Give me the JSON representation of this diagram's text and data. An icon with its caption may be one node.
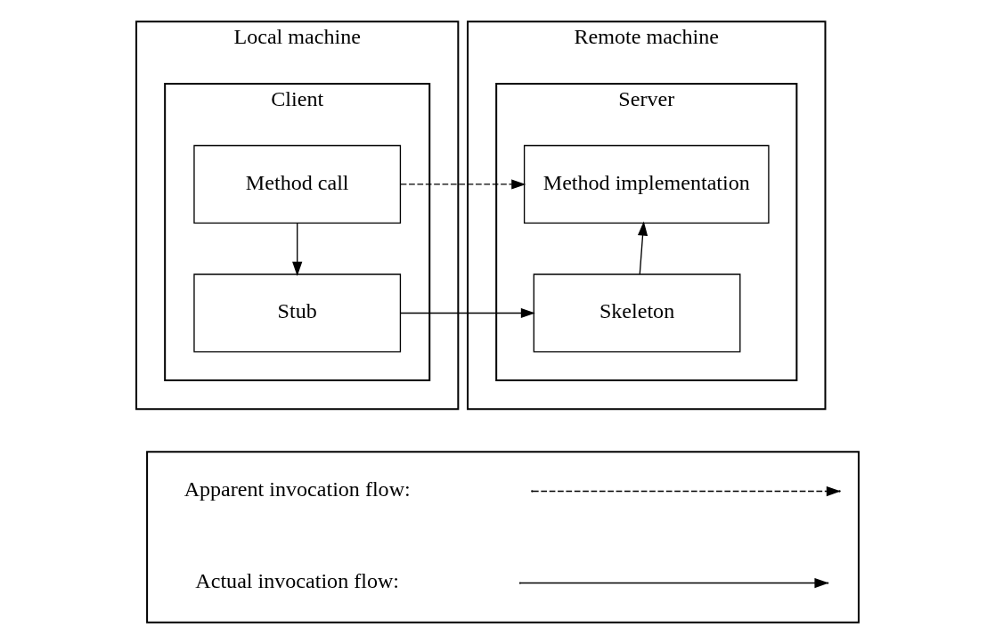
{
  "diagram": {
    "nodes": [
      {
        "text": [
          "Local machine"
        ]
      },
      {
        "text": [
          "Client"
        ],
        "in": 0
      },
      {
        "text": [
          "Method call"
        ],
        "in": 1
      },
      {
        "text": [
          "Stub"
        ],
        "in": 1
      },
      {
        "text": [
          "Remote machine"
        ]
      },
      {
        "text": [
          "Server"
        ],
        "in": 4
      },
      {
        "text": [
          "Method implementation"
        ],
        "in": 5
      },
      {
        "text": [
          "Skeleton"
        ],
        "in": 5
      },
      {
        "text": [],
        "shape": "box"
      }
    ],
    "edges": [
      {
        "from": 2,
        "to": 6,
        "arrow": "to",
        "style": "dashed"
      },
      {
        "from": 2,
        "to": 3,
        "arrow": "to"
      },
      {
        "from": 3,
        "to": 7,
        "arrow": "to"
      },
      {
        "from": 7,
        "to": 6,
        "arrow": "to"
      }
    ],
    "legend": [
      {
        "text": "Apparent invocation flow:"
      },
      {
        "text": "Actual invocation flow:"
      }
    ]
  }
}
